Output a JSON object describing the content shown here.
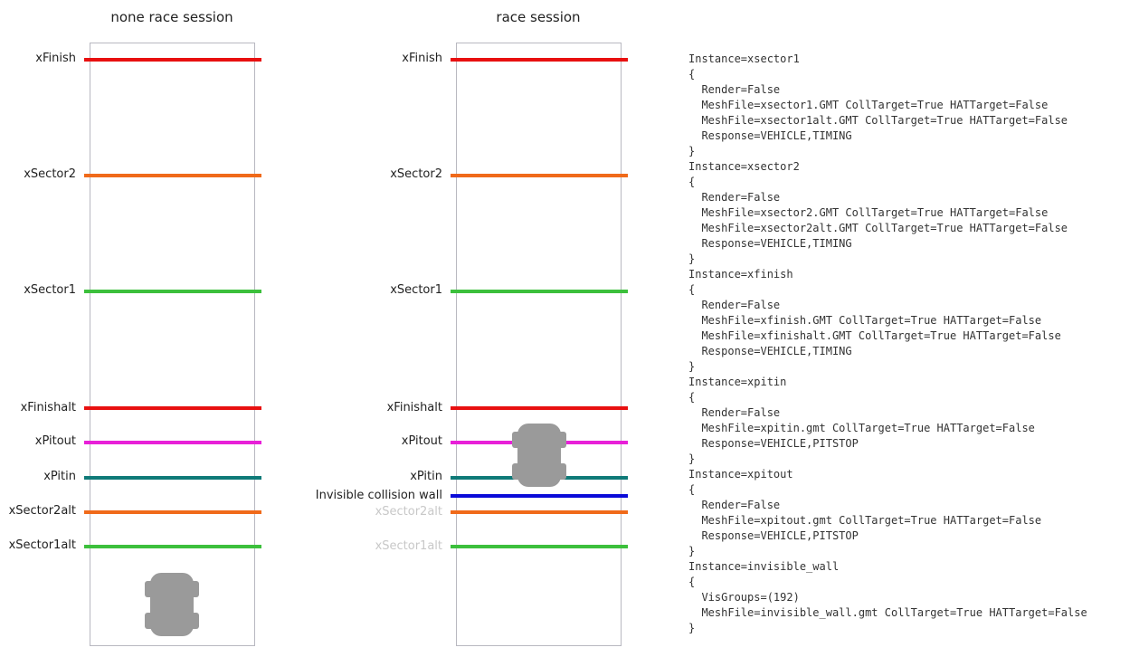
{
  "left_panel": {
    "title": "none race session",
    "labels": {
      "xfinish": "xFinish",
      "xsector2": "xSector2",
      "xsector1": "xSector1",
      "xfinishalt": "xFinishalt",
      "xpitout": "xPitout",
      "xpitin": "xPitin",
      "xsector2alt": "xSector2alt",
      "xsector1alt": "xSector1alt"
    }
  },
  "right_panel": {
    "title": "race session",
    "labels": {
      "xfinish": "xFinish",
      "xsector2": "xSector2",
      "xsector1": "xSector1",
      "xfinishalt": "xFinishalt",
      "xpitout": "xPitout",
      "xpitin": "xPitin",
      "invisible_wall": "Invisible collision wall",
      "xsector2alt": "xSector2alt",
      "xsector1alt": "xSector1alt"
    }
  },
  "colors": {
    "finish": "#e81010",
    "sector2": "#f06a1a",
    "sector1": "#3cc03c",
    "pitout": "#e820d8",
    "pitin": "#0f7a78",
    "invisible_wall": "#0a0ad8",
    "car": "#9a9a9a",
    "frame": "#b8b8c0"
  },
  "code_text": "Instance=xsector1\n{\n  Render=False\n  MeshFile=xsector1.GMT CollTarget=True HATTarget=False\n  MeshFile=xsector1alt.GMT CollTarget=True HATTarget=False\n  Response=VEHICLE,TIMING\n}\nInstance=xsector2\n{\n  Render=False\n  MeshFile=xsector2.GMT CollTarget=True HATTarget=False\n  MeshFile=xsector2alt.GMT CollTarget=True HATTarget=False\n  Response=VEHICLE,TIMING\n}\nInstance=xfinish\n{\n  Render=False\n  MeshFile=xfinish.GMT CollTarget=True HATTarget=False\n  MeshFile=xfinishalt.GMT CollTarget=True HATTarget=False\n  Response=VEHICLE,TIMING\n}\nInstance=xpitin\n{\n  Render=False\n  MeshFile=xpitin.gmt CollTarget=True HATTarget=False\n  Response=VEHICLE,PITSTOP\n}\nInstance=xpitout\n{\n  Render=False\n  MeshFile=xpitout.gmt CollTarget=True HATTarget=False\n  Response=VEHICLE,PITSTOP\n}\nInstance=invisible_wall\n{\n  VisGroups=(192)\n  MeshFile=invisible_wall.gmt CollTarget=True HATTarget=False\n}"
}
